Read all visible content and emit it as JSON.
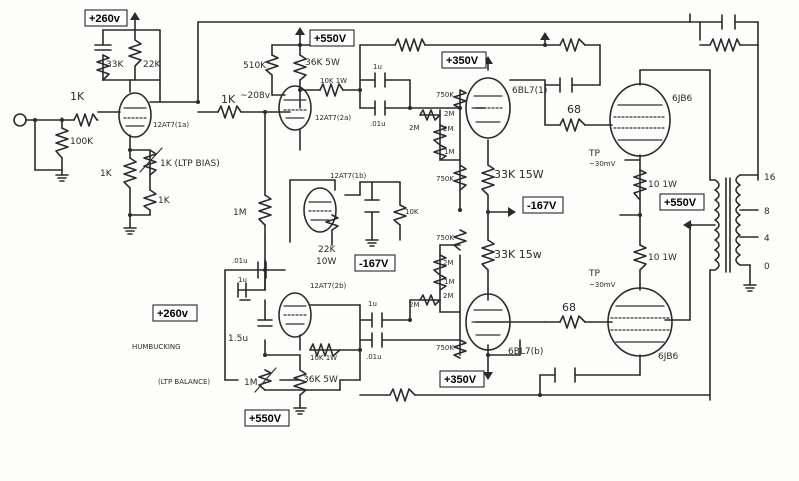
{
  "supply_labels": {
    "b260_top": "+260v",
    "b550_top": "+550V",
    "b350_top": "+350V",
    "neg167_mid": "-167V",
    "neg167_lower": "-167V",
    "b550_right": "+550V",
    "b260_lower": "+260v",
    "b550_bottom": "+550V",
    "b350_bottom": "+350V"
  },
  "component_labels": {
    "r_input_1k": "1K",
    "r_input_100k": "100K",
    "r_33k": "33K",
    "r_22k": "22K",
    "v1_tube": "12AT7(1a)",
    "r_cathode_1k_a": "1K",
    "r_cathode_1k_b": "1K",
    "r_ltp_bias": "1K (LTP BIAS)",
    "r_grid_1k": "1K",
    "v_grid_208": "~208v",
    "r_510k": "510K",
    "r_36k_5w_top": "36K 5W",
    "r_10k_1w_top": "10K 1W",
    "v2a_tube": "12AT7(2a)",
    "v1b_tube": "12AT7(1b)",
    "r_22k_10w": "22K",
    "r_22k_10w_rating": "10W",
    "r_10k_mid": "10K",
    "r_1m_left": "1M",
    "v2b_tube": "12AT7(2b)",
    "c_01u_left": ".01u",
    "c_1u_left": "1u",
    "c_1_5u": "1.5u",
    "humbucking": "HUMBUCKING",
    "ltp_balance": "(LTP BALANCE)",
    "r_1m_balance": "1M",
    "r_36k_5w_bottom": "36K 5W",
    "r_10k_1w_bottom": "10K 1W",
    "c_1u_top": "1u",
    "c_01u_top": ".01u",
    "c_1u_bottom": "1u",
    "c_01u_bottom": ".01u",
    "r_750k_a": "750K",
    "r_750k_b": "750K",
    "r_2m_a": "2M",
    "r_2m_b": "2M",
    "r_1m_a": "1M",
    "r_1m_b": "1M",
    "r_2m_c": "2M",
    "r_2m_d": "2M",
    "r_750k_c": "750K",
    "r_750k_d": "750K",
    "r_2m_e": "2M",
    "r_2m_f": "2M",
    "tube_6bl7_top": "6BL7(1)",
    "tube_6bl7_bottom": "6BL7(b)",
    "r_33k_15w_top": "33K 15W",
    "r_33k_15w_bottom": "33K 15w",
    "r_68_top": "68",
    "r_68_bottom": "68",
    "tube_6jb6_top": "6JB6",
    "tube_6jb6_bottom": "6JB6",
    "tp_top": "TP",
    "tp_top_value": "~30mV",
    "tp_bottom": "TP",
    "tp_bottom_value": "~30mV",
    "r_10_1w_top": "10 1W",
    "r_10_1w_bottom": "10 1W",
    "tap_16": "16",
    "tap_8": "8",
    "tap_4": "4",
    "tap_0": "0"
  }
}
